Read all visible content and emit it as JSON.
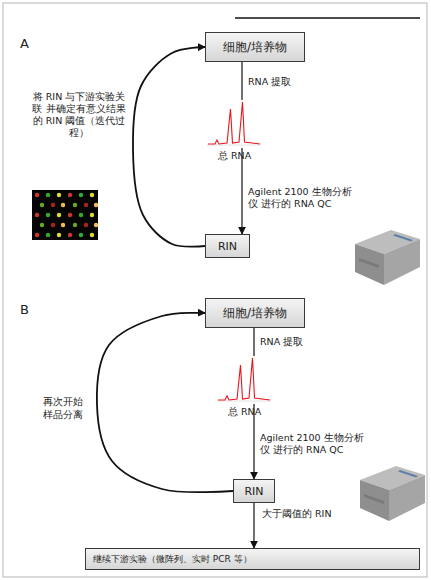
{
  "diagram": {
    "nodes": [
      {
        "text": [
          "细胞/培养物"
        ]
      },
      {
        "text": [
          "RIN"
        ]
      },
      {
        "text": [
          "细胞/培养物"
        ]
      },
      {
        "text": [
          "RIN"
        ]
      },
      {
        "text": [
          "继续下游实验（微阵列、实时 PCR 等）"
        ]
      }
    ],
    "edges": [
      {
        "from": 0,
        "to": 1,
        "arrow": "to"
      },
      {
        "from": 1,
        "to": 0,
        "label": "将 RIN 与下游实验关联 并确定有意义结果的 RIN 阈值（迭代过程）",
        "arrow": "to"
      },
      {
        "from": 2,
        "to": 3,
        "arrow": "to"
      },
      {
        "from": 3,
        "to": 2,
        "label": "再次开始 样品分离",
        "arrow": "to"
      },
      {
        "from": 3,
        "to": 4,
        "label": "大于阈值的 RIN",
        "arrow": "to"
      }
    ],
    "labels": [
      "A",
      "RNA 提取",
      "总 RNA",
      "Agilent 2100 生物分析仪 进行的 RNA QC",
      "B",
      "RNA 提取",
      "总 RNA",
      "Agilent 2100 生物分析仪 进行的 RNA QC"
    ]
  }
}
